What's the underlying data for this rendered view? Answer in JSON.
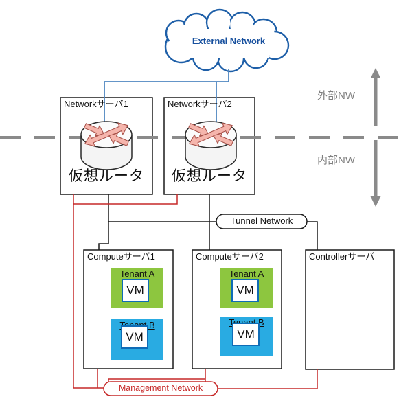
{
  "cloud": {
    "label": "External Network"
  },
  "zone_labels": {
    "external": "外部NW",
    "internal": "内部NW"
  },
  "network_servers": [
    {
      "title": "Networkサーバ1",
      "router_label": "仮想ルータ"
    },
    {
      "title": "Networkサーバ2",
      "router_label": "仮想ルータ"
    }
  ],
  "tunnel": {
    "label": "Tunnel Network"
  },
  "compute_servers": [
    {
      "title": "Computeサーバ1",
      "tenants": [
        {
          "name": "Tenant A",
          "vm": "VM"
        },
        {
          "name": "Tenant B",
          "vm": "VM"
        }
      ]
    },
    {
      "title": "Computeサーバ2",
      "tenants": [
        {
          "name": "Tenant A",
          "vm": "VM"
        },
        {
          "name": "Tenant B",
          "vm": "VM"
        }
      ]
    }
  ],
  "controller": {
    "title": "Controllerサーバ"
  },
  "management": {
    "label": "Management Network"
  },
  "colors": {
    "cloud_border": "#1E5FA8",
    "cloud_text": "#17509E",
    "external_link_line": "#4E86C0",
    "network_line": "#1A1A1A",
    "management_line": "#C62828",
    "zone_gray": "#8A8A8A",
    "tenant_a_fill": "#8DC63F",
    "tenant_b_fill": "#29ABE2",
    "vm_border": "#0F6CB6",
    "router_arrow_fill": "#F5B5AC"
  }
}
